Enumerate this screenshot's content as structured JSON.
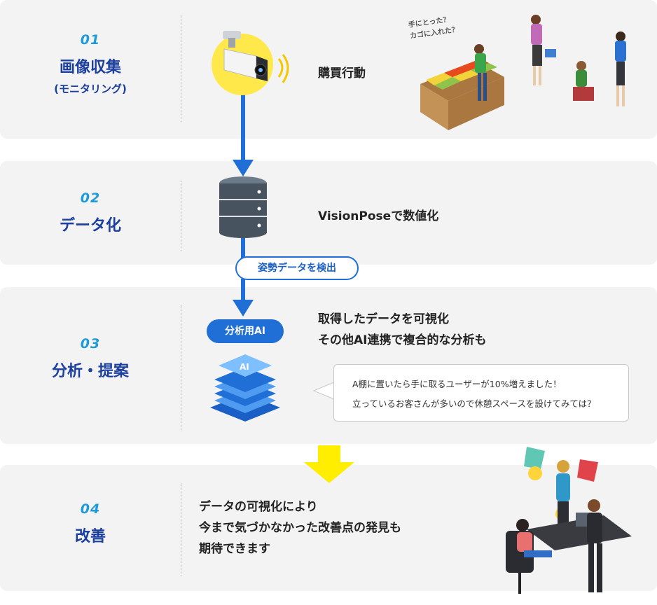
{
  "steps": [
    {
      "number": "01",
      "title": "画像収集",
      "subtitle": "(モニタリング)",
      "description": "購買行動"
    },
    {
      "number": "02",
      "title": "データ化",
      "description": "VisionPoseで数値化"
    },
    {
      "number": "03",
      "title": "分析・提案",
      "description_lines": [
        "取得したデータを可視化",
        "その他AI連携で複合的な分析も"
      ]
    },
    {
      "number": "04",
      "title": "改善",
      "description_lines": [
        "データの可視化により",
        "今まで気づかなかった改善点の発見も",
        "期待できます"
      ]
    }
  ],
  "connector_label": "姿勢データを検出",
  "ai_label": "分析用AI",
  "speech_bubble": {
    "lines": [
      "A棚に置いたら手に取るユーザーが10%増えました！",
      "立っているお客さんが多いので休憩スペースを設けてみては？"
    ]
  },
  "shopper_question": [
    "手にとった？",
    "カゴに入れた？"
  ],
  "colors": {
    "band_bg": "#f3f3f4",
    "step_number": "#1e9bd7",
    "step_title": "#1b3f9e",
    "flow_arrow": "#1f6fd6",
    "big_arrow": "#ffee00",
    "camera_circle": "#ffe94a"
  },
  "icons": [
    "security-camera-icon",
    "database-server-icon",
    "ai-chip-icon",
    "shoppers-illustration",
    "office-meeting-illustration"
  ]
}
